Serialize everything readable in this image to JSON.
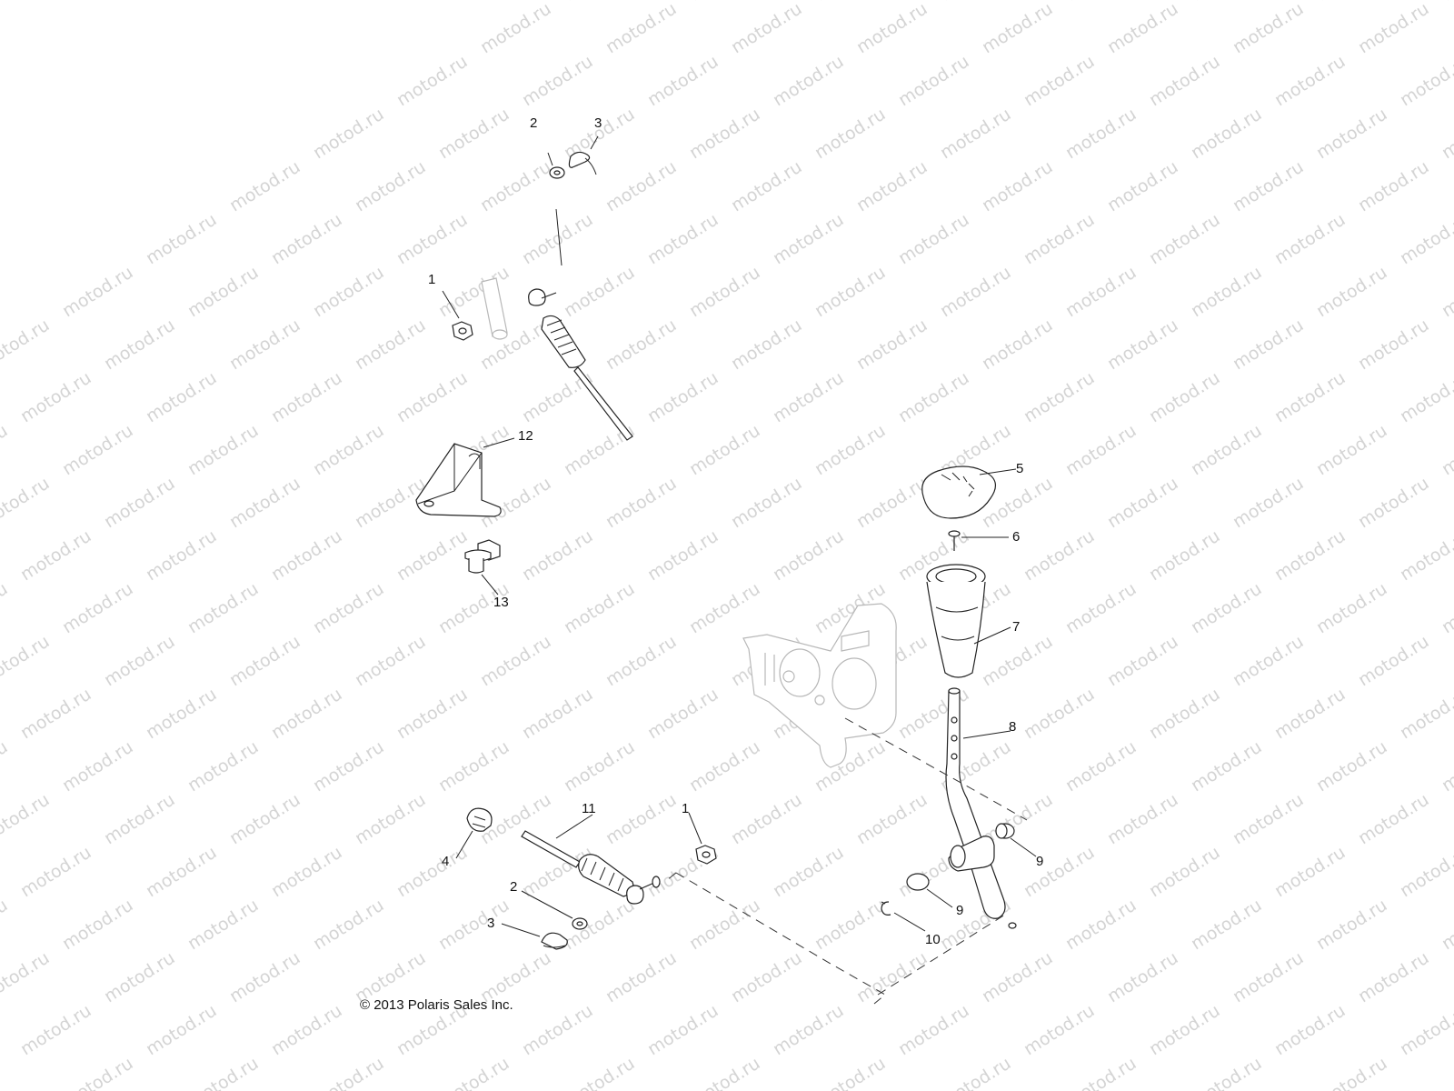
{
  "watermark": {
    "text": "motod.ru",
    "color": "#d4d4d4"
  },
  "copyright": "© 2013 Polaris Sales Inc.",
  "callouts": [
    {
      "id": "c2-top",
      "label": "2"
    },
    {
      "id": "c3-top",
      "label": "3"
    },
    {
      "id": "c1-top",
      "label": "1"
    },
    {
      "id": "c12",
      "label": "12"
    },
    {
      "id": "c13",
      "label": "13"
    },
    {
      "id": "c5",
      "label": "5"
    },
    {
      "id": "c6",
      "label": "6"
    },
    {
      "id": "c7",
      "label": "7"
    },
    {
      "id": "c8",
      "label": "8"
    },
    {
      "id": "c11",
      "label": "11"
    },
    {
      "id": "c1-bottom",
      "label": "1"
    },
    {
      "id": "c4",
      "label": "4"
    },
    {
      "id": "c9-right",
      "label": "9"
    },
    {
      "id": "c9-left",
      "label": "9"
    },
    {
      "id": "c2-bottom",
      "label": "2"
    },
    {
      "id": "c3-bottom",
      "label": "3"
    },
    {
      "id": "c10",
      "label": "10"
    }
  ]
}
